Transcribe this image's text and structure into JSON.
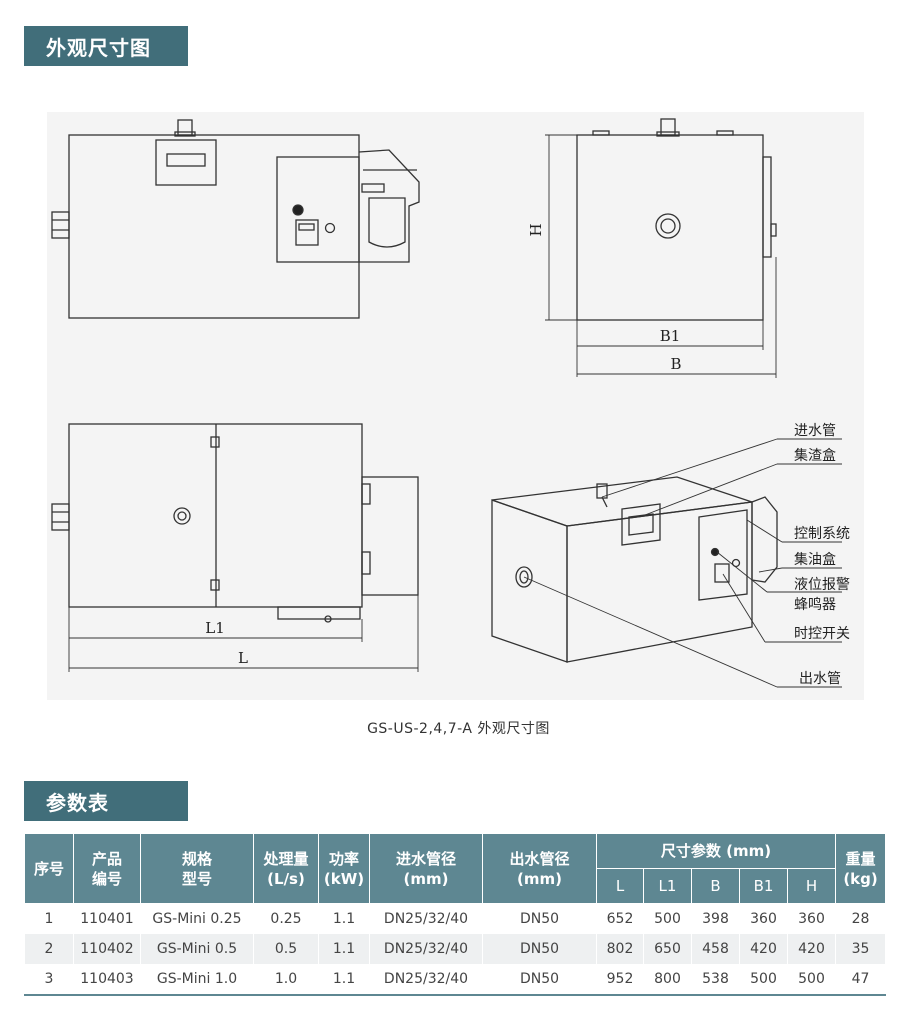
{
  "section1": {
    "title": "外观尺寸图"
  },
  "section2": {
    "title": "参数表"
  },
  "drawing": {
    "dimensions": {
      "H": "H",
      "B1": "B1",
      "B": "B",
      "L1": "L1",
      "L": "L"
    },
    "callouts": [
      "进水管",
      "集渣盒",
      "控制系统",
      "集油盒",
      "液位报警",
      "蜂鸣器",
      "时控开关",
      "出水管"
    ],
    "caption": "GS-US-2,4,7-A 外观尺寸图"
  },
  "table": {
    "headers": {
      "seq": "序号",
      "code_line1": "产品",
      "code_line2": "编号",
      "model_line1": "规格",
      "model_line2": "型号",
      "flow_line1": "处理量",
      "flow_line2": "(L/s)",
      "power_line1": "功率",
      "power_line2": "(kW)",
      "inlet_line1": "进水管径",
      "inlet_line2": "(mm)",
      "outlet_line1": "出水管径",
      "outlet_line2": "(mm)",
      "size": "尺寸参数 (mm)",
      "weight_line1": "重量",
      "weight_line2": "(kg)",
      "size_cols": [
        "L",
        "L1",
        "B",
        "B1",
        "H"
      ]
    },
    "rows": [
      [
        "1",
        "110401",
        "GS-Mini 0.25",
        "0.25",
        "1.1",
        "DN25/32/40",
        "DN50",
        "652",
        "500",
        "398",
        "360",
        "360",
        "28"
      ],
      [
        "2",
        "110402",
        "GS-Mini 0.5",
        "0.5",
        "1.1",
        "DN25/32/40",
        "DN50",
        "802",
        "650",
        "458",
        "420",
        "420",
        "35"
      ],
      [
        "3",
        "110403",
        "GS-Mini 1.0",
        "1.0",
        "1.1",
        "DN25/32/40",
        "DN50",
        "952",
        "800",
        "538",
        "500",
        "500",
        "47"
      ]
    ]
  }
}
